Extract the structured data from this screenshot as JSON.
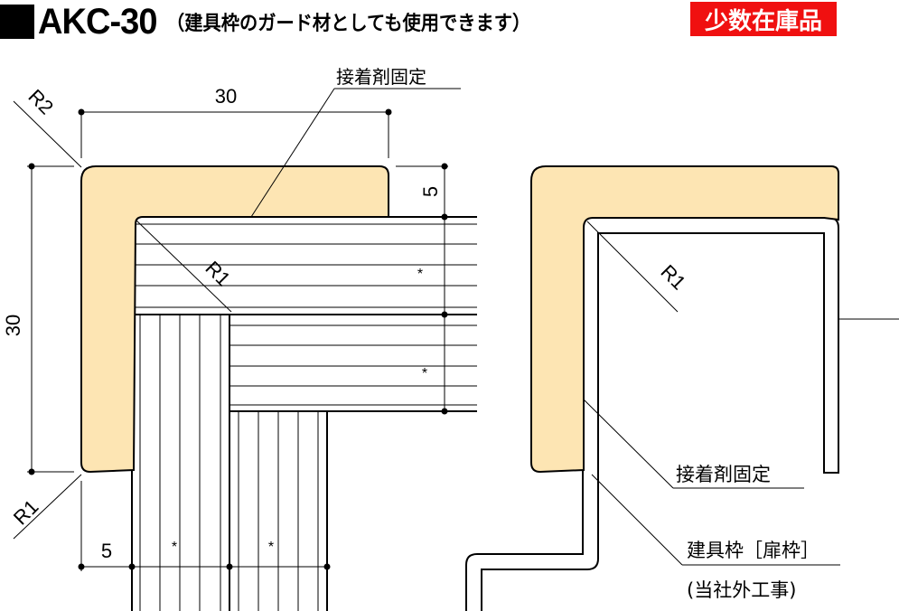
{
  "header": {
    "model": "AKC-30",
    "subtitle": "（建具枠のガード材としても使用できます）",
    "badge": "少数在庫品"
  },
  "colors": {
    "profile_fill": "#fde5b3",
    "badge": "#f01010"
  },
  "left_drawing": {
    "dim_top": "30",
    "dim_left": "30",
    "dim_right": "5",
    "dim_bottom": "5",
    "radius_top": "R2",
    "radius_bottom": "R1",
    "radius_inner": "R1",
    "adhesive_label": "接着剤固定",
    "marks": [
      "*",
      "*",
      "*",
      "*"
    ]
  },
  "right_drawing": {
    "radius_inner": "R1",
    "adhesive_label": "接着剤固定",
    "frame_label": "建具枠［扉枠］",
    "frame_note": "(当社外工事)"
  }
}
